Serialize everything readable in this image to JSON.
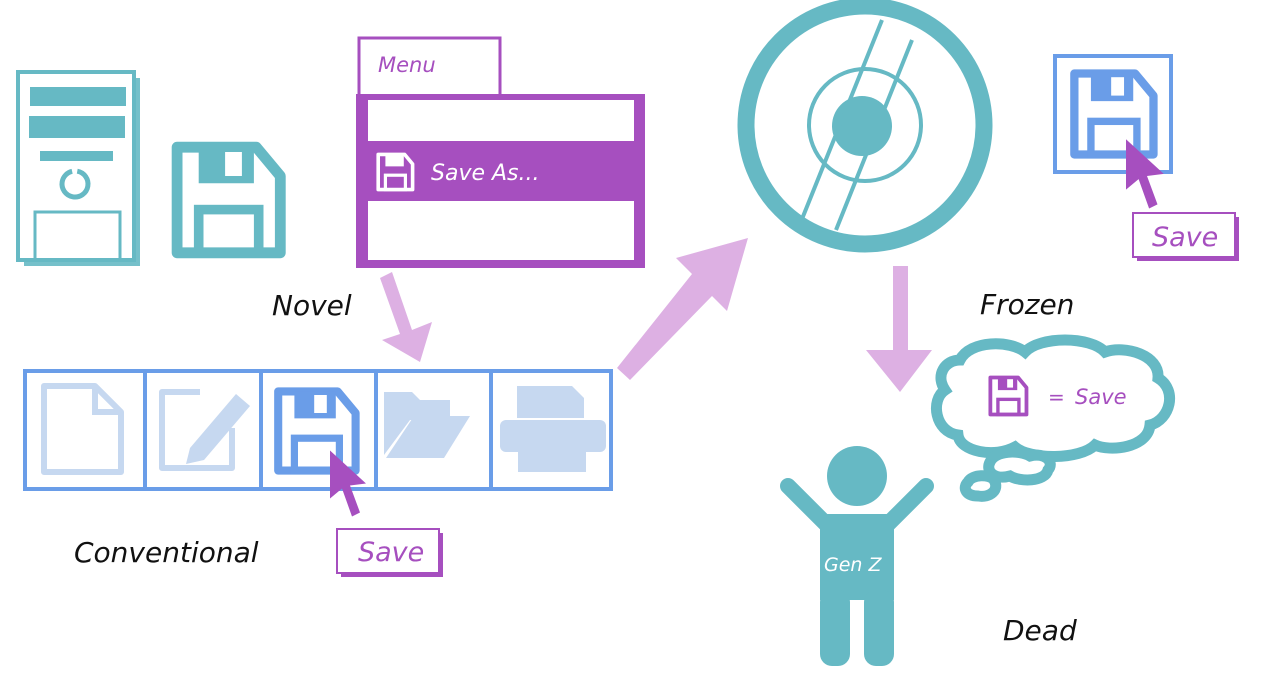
{
  "labels": {
    "novel": "Novel",
    "conventional": "Conventional",
    "frozen": "Frozen",
    "dead": "Dead"
  },
  "menu": {
    "tab_label": "Menu",
    "save_as_item": "Save As..."
  },
  "tooltips": {
    "conventional_save": "Save",
    "frozen_save": "Save"
  },
  "thought": {
    "equals": "=",
    "meaning": "Save"
  },
  "person": {
    "label": "Gen Z"
  },
  "colors": {
    "teal": "#66b9c4",
    "purple": "#a64fbf",
    "arrow": "#ddb0e3",
    "blue": "#6a9de8",
    "light_blue": "#c6d8f0"
  }
}
